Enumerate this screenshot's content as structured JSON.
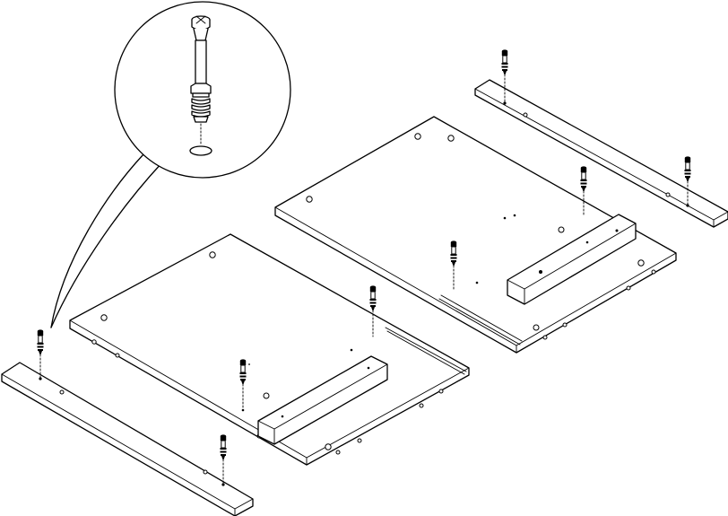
{
  "figure": {
    "description_text": "",
    "colors": {
      "line": "#000000",
      "background": "#ffffff"
    }
  },
  "parts": [
    {
      "name": "left-panel-board"
    },
    {
      "name": "right-panel-board"
    },
    {
      "name": "left-rail"
    },
    {
      "name": "top-right-rail"
    },
    {
      "name": "left-cross-block"
    },
    {
      "name": "right-cross-block"
    }
  ],
  "callout": {
    "icon": "cam-dowel-icon",
    "count_dowels_shown": 8
  }
}
